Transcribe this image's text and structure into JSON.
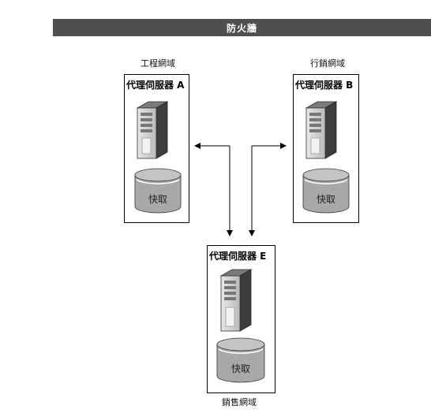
{
  "firewall": {
    "label": "防火牆"
  },
  "domains": [
    {
      "id": "engineering",
      "label": "工程網域",
      "proxy": "代理伺服器 A",
      "cache": "快取"
    },
    {
      "id": "marketing",
      "label": "行銷網域",
      "proxy": "代理伺服器 B",
      "cache": "快取"
    },
    {
      "id": "sales",
      "label": "銷售網域",
      "proxy": "代理伺服器 E",
      "cache": "快取"
    }
  ],
  "icons": {
    "server": "server-tower-icon",
    "cache": "disk-cylinder-icon"
  }
}
